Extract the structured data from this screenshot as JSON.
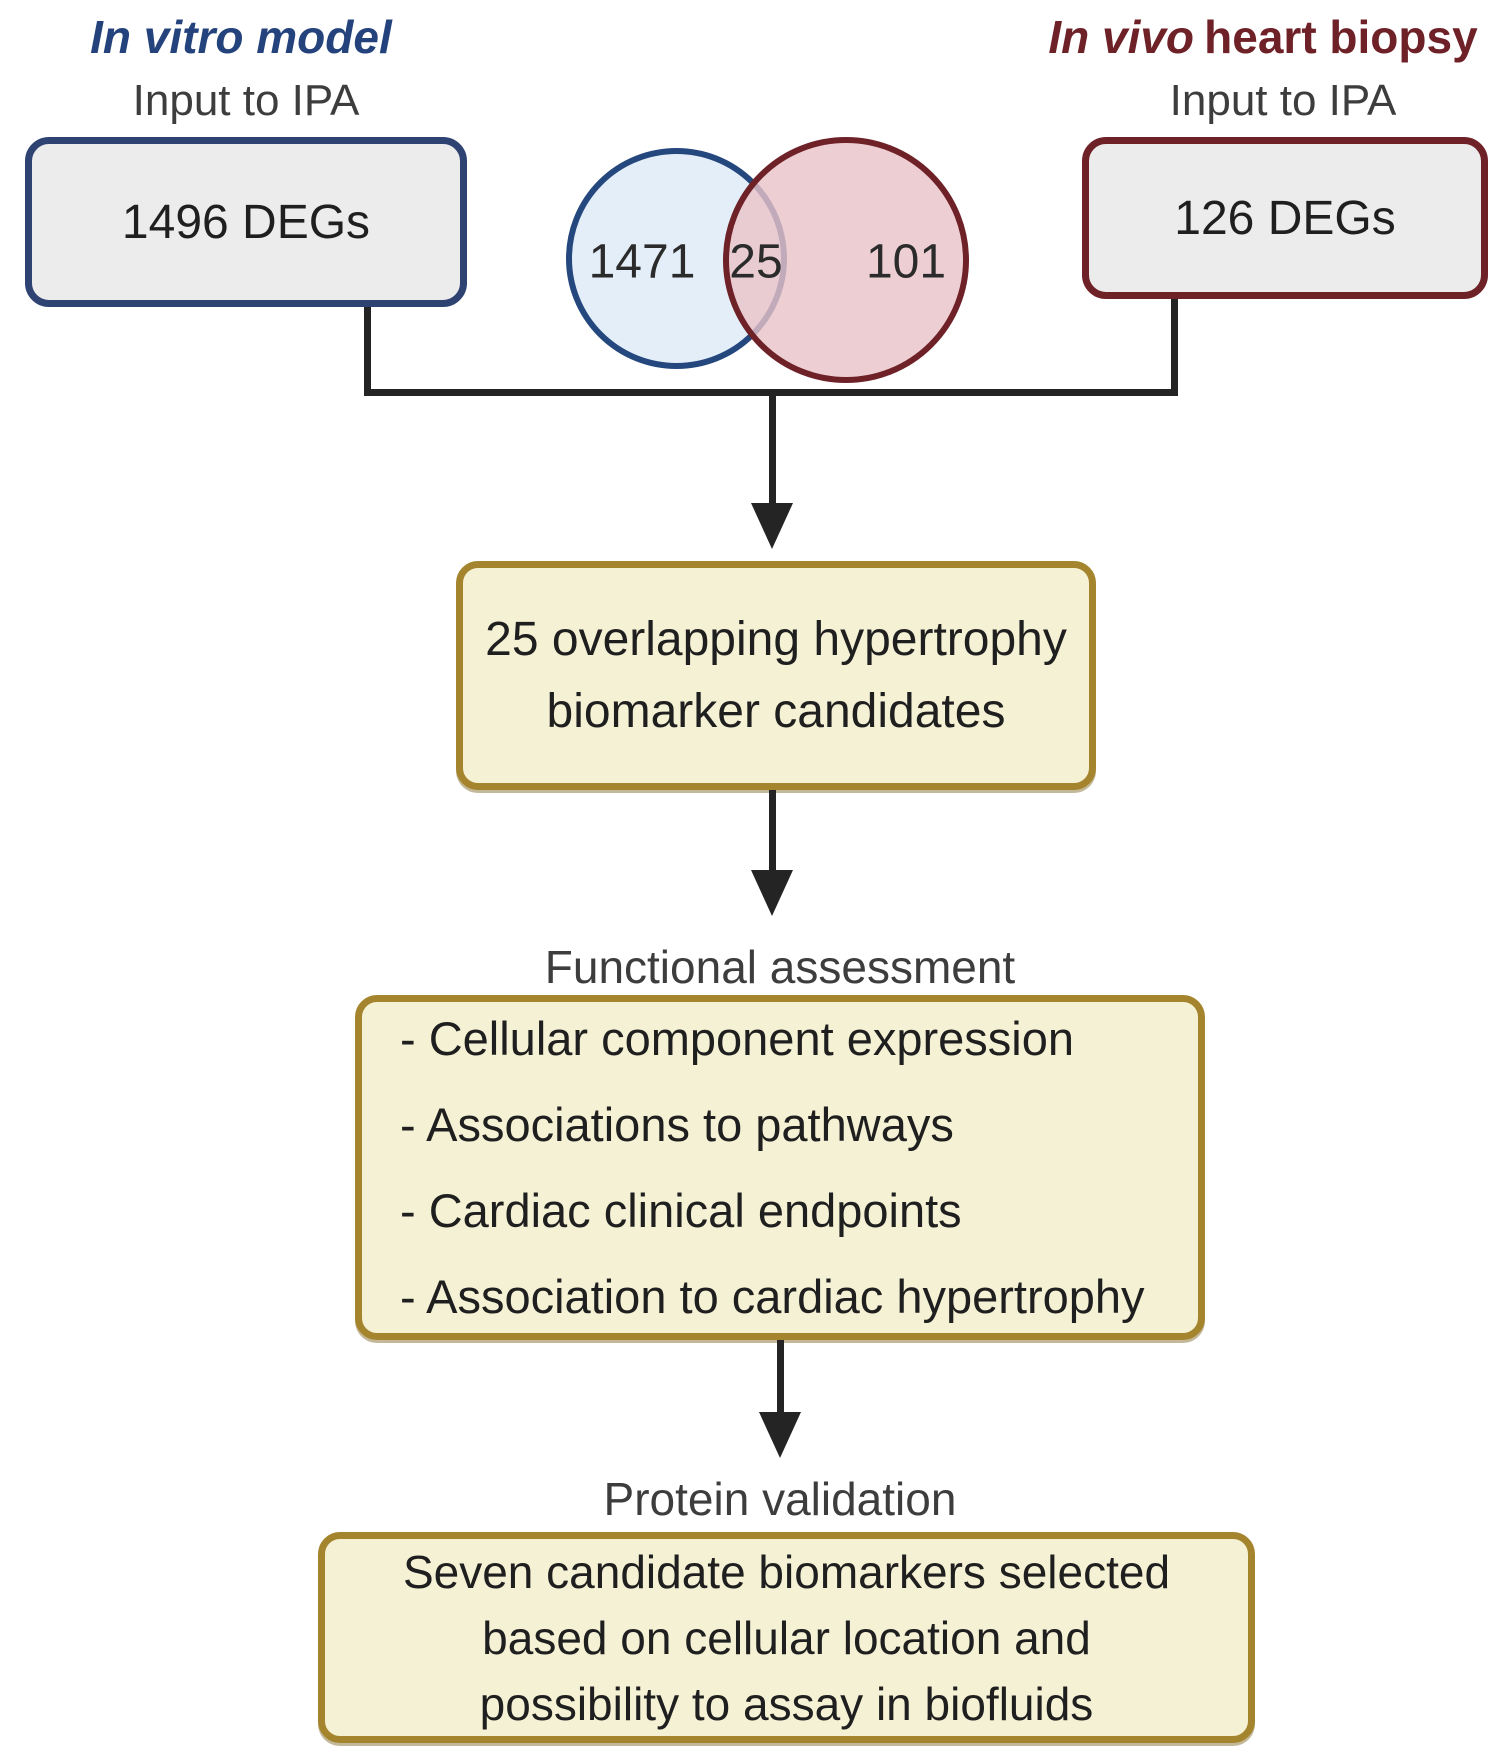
{
  "left_branch": {
    "title": "In vitro model",
    "subtitle": "Input to IPA",
    "box_label": "1496 DEGs"
  },
  "right_branch": {
    "title_italic": "In vivo",
    "title_rest": "heart biopsy",
    "subtitle": "Input to IPA",
    "box_label": "126 DEGs"
  },
  "venn": {
    "left_count": "1471",
    "overlap_count": "25",
    "right_count": "101"
  },
  "stage1": {
    "lines": [
      "25 overlapping hypertrophy",
      "biomarker candidates"
    ]
  },
  "stage2": {
    "label": "Functional assessment",
    "lines": [
      "- Cellular component expression",
      "- Associations to pathways",
      "- Cardiac clinical endpoints",
      "- Association to cardiac hypertrophy"
    ]
  },
  "stage3": {
    "label": "Protein validation",
    "lines": [
      "Seven candidate biomarkers selected",
      "based on cellular location and",
      "possibility to assay in biofluids"
    ]
  },
  "colors": {
    "navy_title": "#24437c",
    "navy_border": "#2e4372",
    "maroon": "#6e2127",
    "venn_blue_fill": "#e3eef8",
    "venn_pink_fill": "#eccbd0",
    "gold_border": "#a5842e",
    "cream_fill": "#f5f1d4",
    "gray_fill": "#ececec",
    "connector": "#242424",
    "label_gray": "#3d3d3d"
  }
}
